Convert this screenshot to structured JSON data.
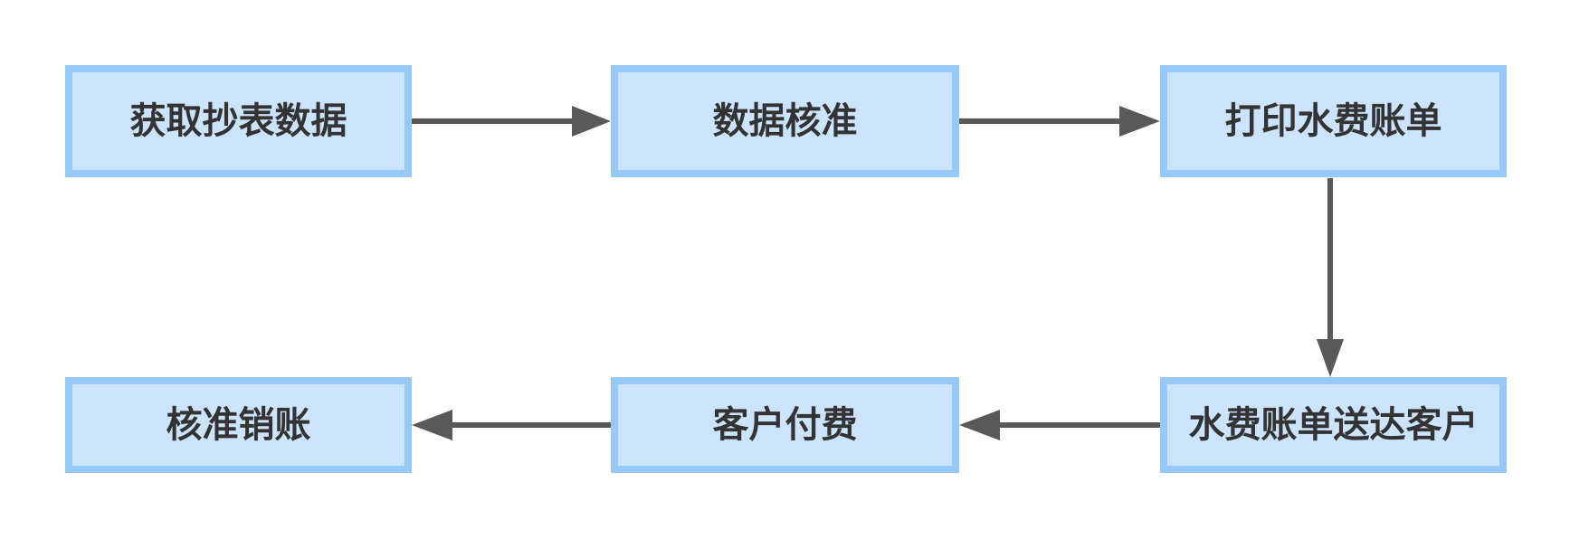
{
  "diagram": {
    "type": "flowchart",
    "nodes": [
      {
        "id": "n1",
        "label": "获取抄表数据"
      },
      {
        "id": "n2",
        "label": "数据核准"
      },
      {
        "id": "n3",
        "label": "打印水费账单"
      },
      {
        "id": "n4",
        "label": "水费账单送达客户"
      },
      {
        "id": "n5",
        "label": "客户付费"
      },
      {
        "id": "n6",
        "label": "核准销账"
      }
    ],
    "edges": [
      {
        "from": "获取抄表数据",
        "to": "数据核准",
        "direction": "right"
      },
      {
        "from": "数据核准",
        "to": "打印水费账单",
        "direction": "right"
      },
      {
        "from": "打印水费账单",
        "to": "水费账单送达客户",
        "direction": "down"
      },
      {
        "from": "水费账单送达客户",
        "to": "客户付费",
        "direction": "left"
      },
      {
        "from": "客户付费",
        "to": "核准销账",
        "direction": "left"
      }
    ]
  },
  "colors": {
    "background": "#FFFFFF",
    "node_fill": "#CCE4FB",
    "node_border": "#97C9F8",
    "arrow": "#595959",
    "text": "#333333"
  }
}
